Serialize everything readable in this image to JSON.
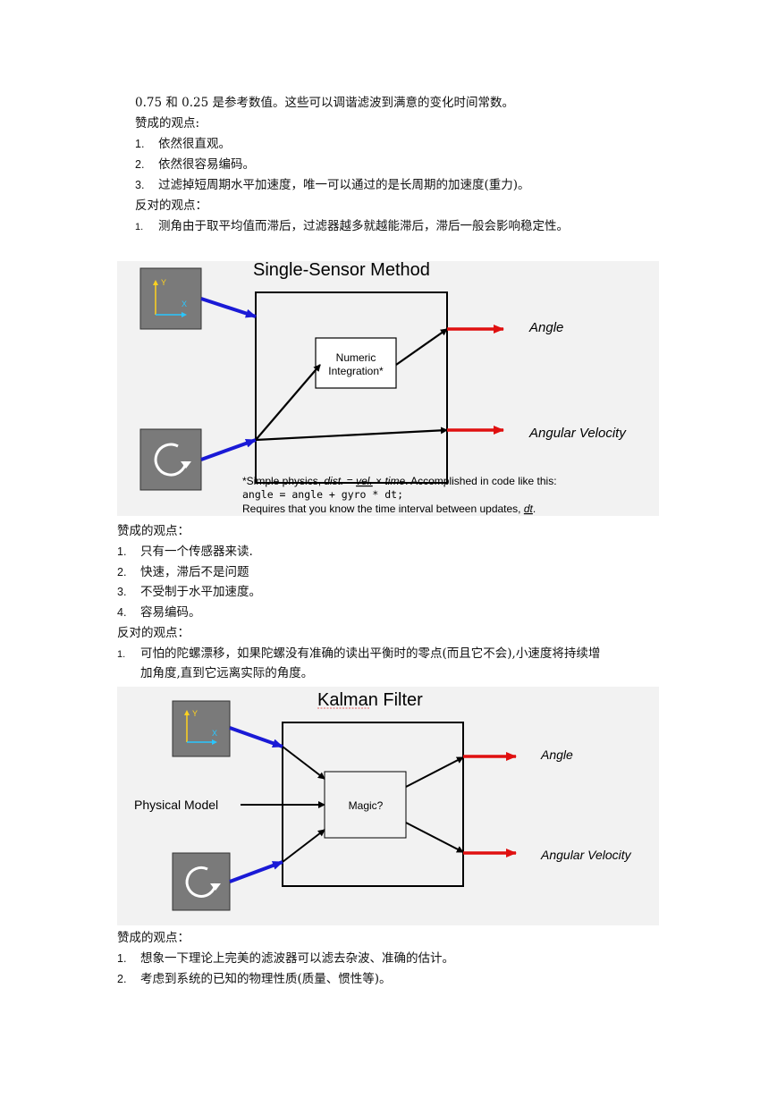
{
  "section1": {
    "intro": "0.75 和 0.25 是参考数值。这些可以调谐滤波到满意的变化时间常数。",
    "pros_heading": "赞成的观点:",
    "pros": [
      {
        "n": "1.",
        "text": "依然很直观。"
      },
      {
        "n": "2.",
        "text": "依然很容易编码。"
      },
      {
        "n": "3.",
        "text": "过滤掉短周期水平加速度，唯一可以通过的是长周期的加速度(重力)。"
      }
    ],
    "cons_heading": "反对的观点：",
    "cons": [
      {
        "n": "1.",
        "text": "测角由于取平均值而滞后，过滤器越多就越能滞后，滞后一般会影响稳定性。"
      }
    ]
  },
  "figure1": {
    "title": "Single-Sensor Method",
    "accel_axis_y": "Y",
    "accel_axis_x": "X",
    "block_line1": "Numeric",
    "block_line2": "Integration*",
    "out_angle": "Angle",
    "out_velocity": "Angular Velocity",
    "note1_a": "*Simple physics, ",
    "note1_b": "dist.",
    "note1_c": " = ",
    "note1_d": "vel.",
    "note1_e": " × ",
    "note1_f": "time",
    "note1_g": ". Accomplished in code like this:",
    "note2_code": "angle = angle + gyro * dt;",
    "note3_a": "Requires that you know the time interval between updates, ",
    "note3_b": "dt",
    "note3_c": ".",
    "colors": {
      "input_arrow": "#1a1ad6",
      "output_arrow": "#e01010",
      "background": "#f2f2f2"
    }
  },
  "section2": {
    "pros_heading": "赞成的观点：",
    "pros": [
      {
        "n": "1.",
        "text": "只有一个传感器来读."
      },
      {
        "n": "2.",
        "text": "快速，滞后不是问题"
      },
      {
        "n": "3.",
        "text": "不受制于水平加速度。"
      },
      {
        "n": "4.",
        "text": "容易编码。"
      }
    ],
    "cons_heading": "反对的观点：",
    "cons_n": "1.",
    "cons_line1": "可怕的陀螺漂移，如果陀螺没有准确的读出平衡时的零点(而且它不会),小速度将持续增",
    "cons_line2": "加角度,直到它远离实际的角度。"
  },
  "figure2": {
    "title": "Kalman Filter",
    "accel_axis_y": "Y",
    "accel_axis_x": "X",
    "physical_model": "Physical Model",
    "block": "Magic?",
    "out_angle": "Angle",
    "out_velocity": "Angular Velocity"
  },
  "section3": {
    "pros_heading": "赞成的观点：",
    "pros": [
      {
        "n": "1.",
        "text": "想象一下理论上完美的滤波器可以滤去杂波、准确的估计。"
      },
      {
        "n": "2.",
        "text": "考虑到系统的已知的物理性质(质量、惯性等)。"
      }
    ]
  }
}
